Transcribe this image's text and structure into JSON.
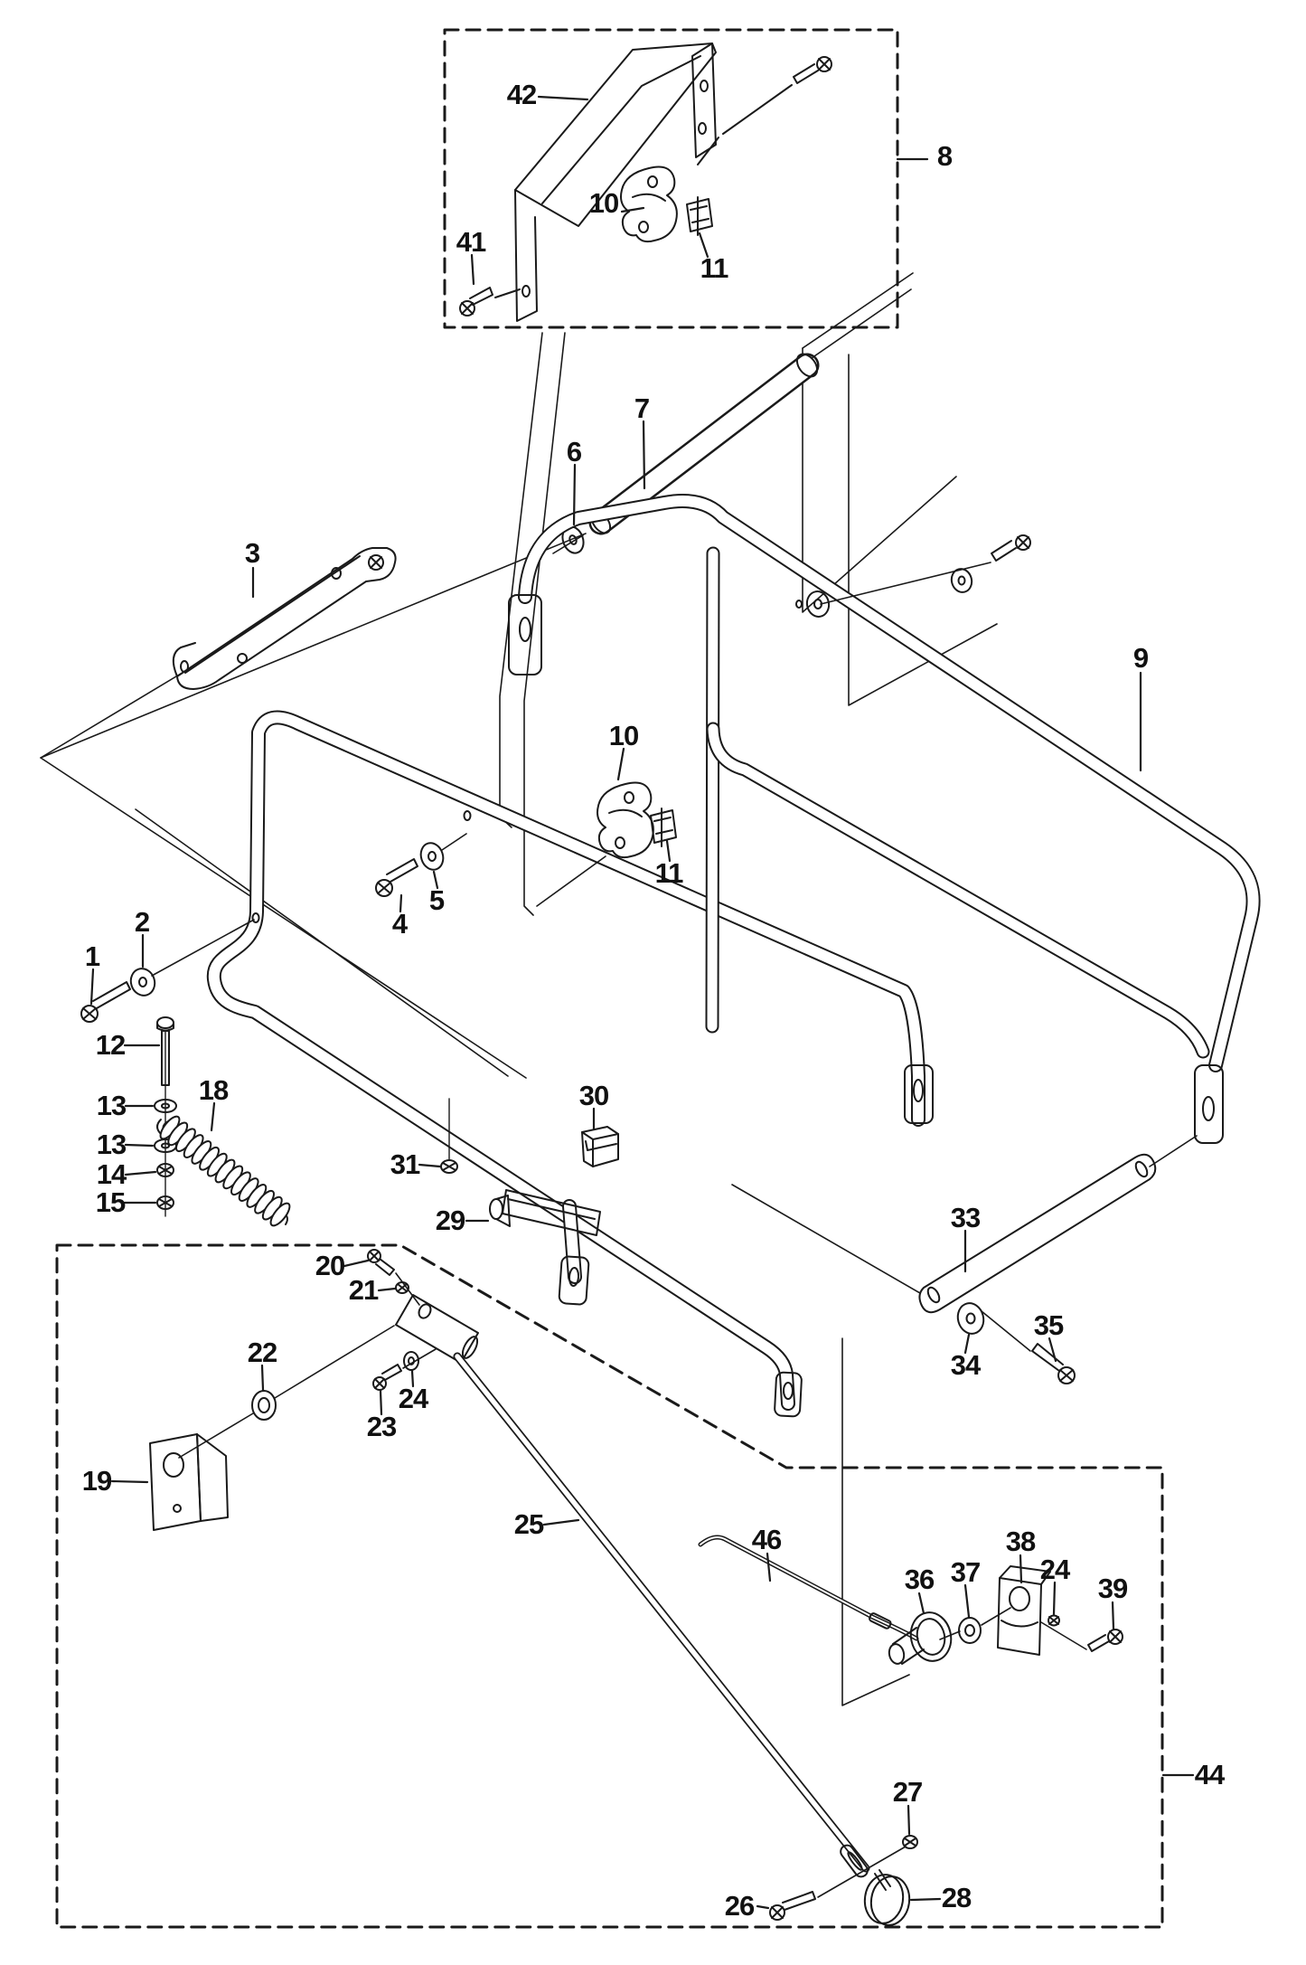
{
  "document": {
    "kind": "exploded-parts-diagram",
    "background_color": "#ffffff",
    "line_color": "#1a1a1a",
    "label_color": "#111111",
    "dashed_group_boxes": [
      "8",
      "44"
    ]
  },
  "callouts": [
    {
      "label": "42"
    },
    {
      "label": "8"
    },
    {
      "label": "10"
    },
    {
      "label": "11"
    },
    {
      "label": "41"
    },
    {
      "label": "7"
    },
    {
      "label": "6"
    },
    {
      "label": "3"
    },
    {
      "label": "9"
    },
    {
      "label": "10"
    },
    {
      "label": "11"
    },
    {
      "label": "5"
    },
    {
      "label": "4"
    },
    {
      "label": "2"
    },
    {
      "label": "1"
    },
    {
      "label": "12"
    },
    {
      "label": "13"
    },
    {
      "label": "13"
    },
    {
      "label": "14"
    },
    {
      "label": "15"
    },
    {
      "label": "18"
    },
    {
      "label": "31"
    },
    {
      "label": "30"
    },
    {
      "label": "29"
    },
    {
      "label": "33"
    },
    {
      "label": "34"
    },
    {
      "label": "35"
    },
    {
      "label": "20"
    },
    {
      "label": "21"
    },
    {
      "label": "22"
    },
    {
      "label": "23"
    },
    {
      "label": "24"
    },
    {
      "label": "19"
    },
    {
      "label": "25"
    },
    {
      "label": "46"
    },
    {
      "label": "36"
    },
    {
      "label": "37"
    },
    {
      "label": "38"
    },
    {
      "label": "24"
    },
    {
      "label": "39"
    },
    {
      "label": "27"
    },
    {
      "label": "26"
    },
    {
      "label": "28"
    },
    {
      "label": "44"
    }
  ]
}
